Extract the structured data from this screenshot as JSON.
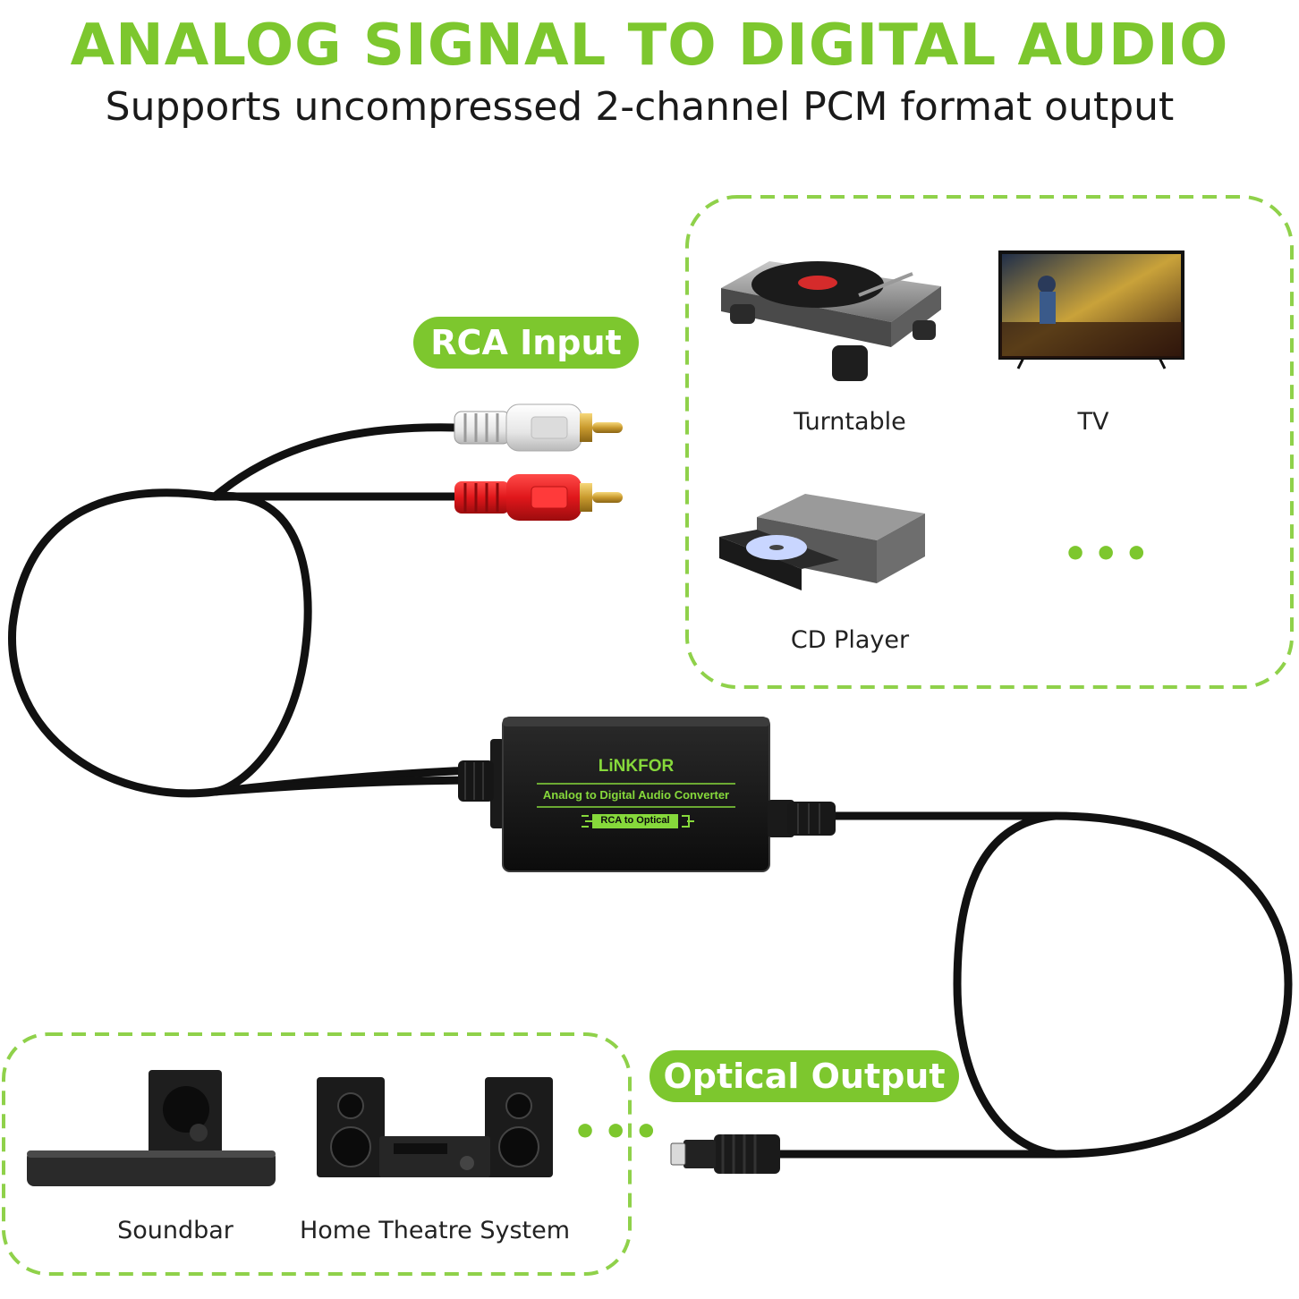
{
  "header": {
    "title": "ANALOG SIGNAL TO DIGITAL AUDIO",
    "subtitle": "Supports uncompressed 2-channel PCM format output"
  },
  "badges": {
    "input": "RCA Input",
    "output": "Optical Output"
  },
  "converter": {
    "brand": "LiNKFOR",
    "product_name": "Analog to Digital Audio Converter",
    "mode": "RCA to Optical"
  },
  "source_devices": {
    "items": [
      {
        "label": "Turntable",
        "icon": "turntable-icon"
      },
      {
        "label": "TV",
        "icon": "tv-icon"
      },
      {
        "label": "CD Player",
        "icon": "cd-player-icon"
      }
    ],
    "more": "•••"
  },
  "output_devices": {
    "items": [
      {
        "label": "Soundbar",
        "icon": "soundbar-icon"
      },
      {
        "label": "Home Theatre System",
        "icon": "home-theatre-icon"
      }
    ],
    "more": "•••"
  },
  "colors": {
    "accent": "#7dc72e",
    "cable": "#111111",
    "rca_white": "#e8e8e8",
    "rca_red": "#e0171b"
  }
}
